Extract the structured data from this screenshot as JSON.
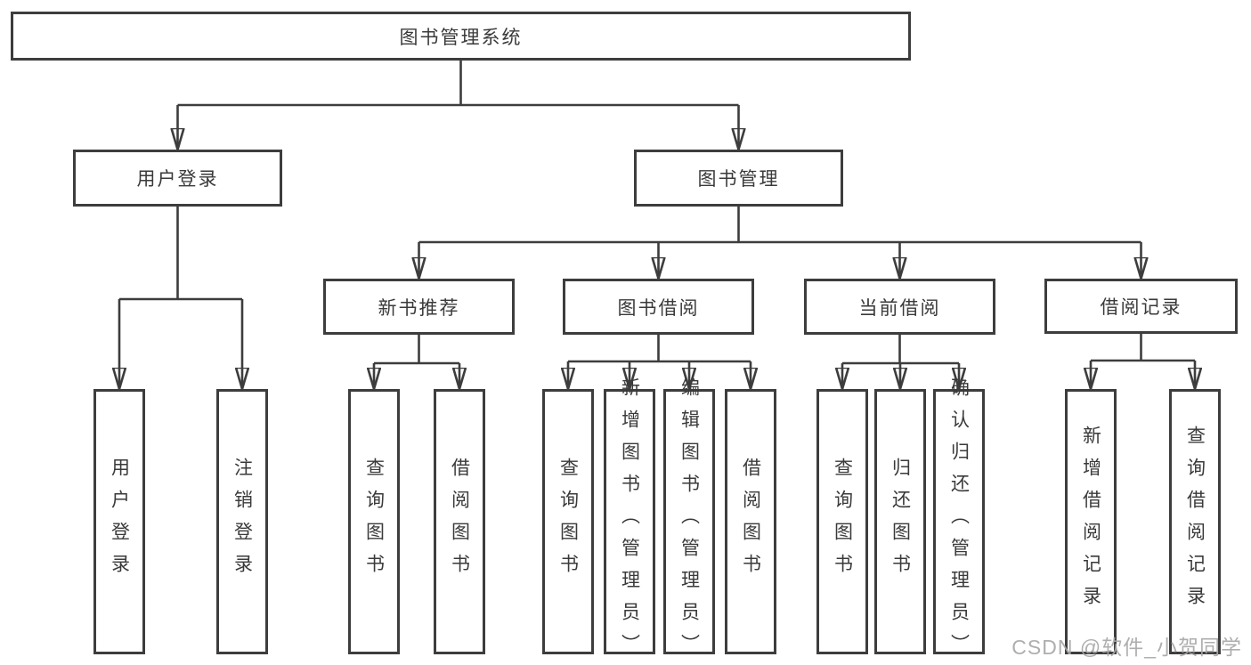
{
  "diagram": {
    "type": "functional-structure-tree",
    "watermark": "CSDN @软件_小贺同学",
    "colors": {
      "background": "#ffffff",
      "line": "#3d3d3d",
      "border": "#3d3d3d",
      "text": "#3a3a3a",
      "watermark": "#a8a8a8"
    },
    "nodes": {
      "root": "图书管理系统",
      "level2": [
        {
          "label": "用户登录",
          "children": [
            {
              "label": "用户登录"
            },
            {
              "label": "注销登录"
            }
          ]
        },
        {
          "label": "图书管理",
          "children": [
            {
              "label": "新书推荐",
              "children": [
                {
                  "label": "查询图书"
                },
                {
                  "label": "借阅图书"
                }
              ]
            },
            {
              "label": "图书借阅",
              "children": [
                {
                  "label": "查询图书"
                },
                {
                  "label": "新增图书（管理员）"
                },
                {
                  "label": "编辑图书（管理员）"
                },
                {
                  "label": "借阅图书"
                }
              ]
            },
            {
              "label": "当前借阅",
              "children": [
                {
                  "label": "查询图书"
                },
                {
                  "label": "归还图书"
                },
                {
                  "label": "确认归还（管理员）"
                }
              ]
            },
            {
              "label": "借阅记录",
              "children": [
                {
                  "label": "新增借阅记录"
                },
                {
                  "label": "查询借阅记录"
                }
              ]
            }
          ]
        }
      ]
    }
  }
}
